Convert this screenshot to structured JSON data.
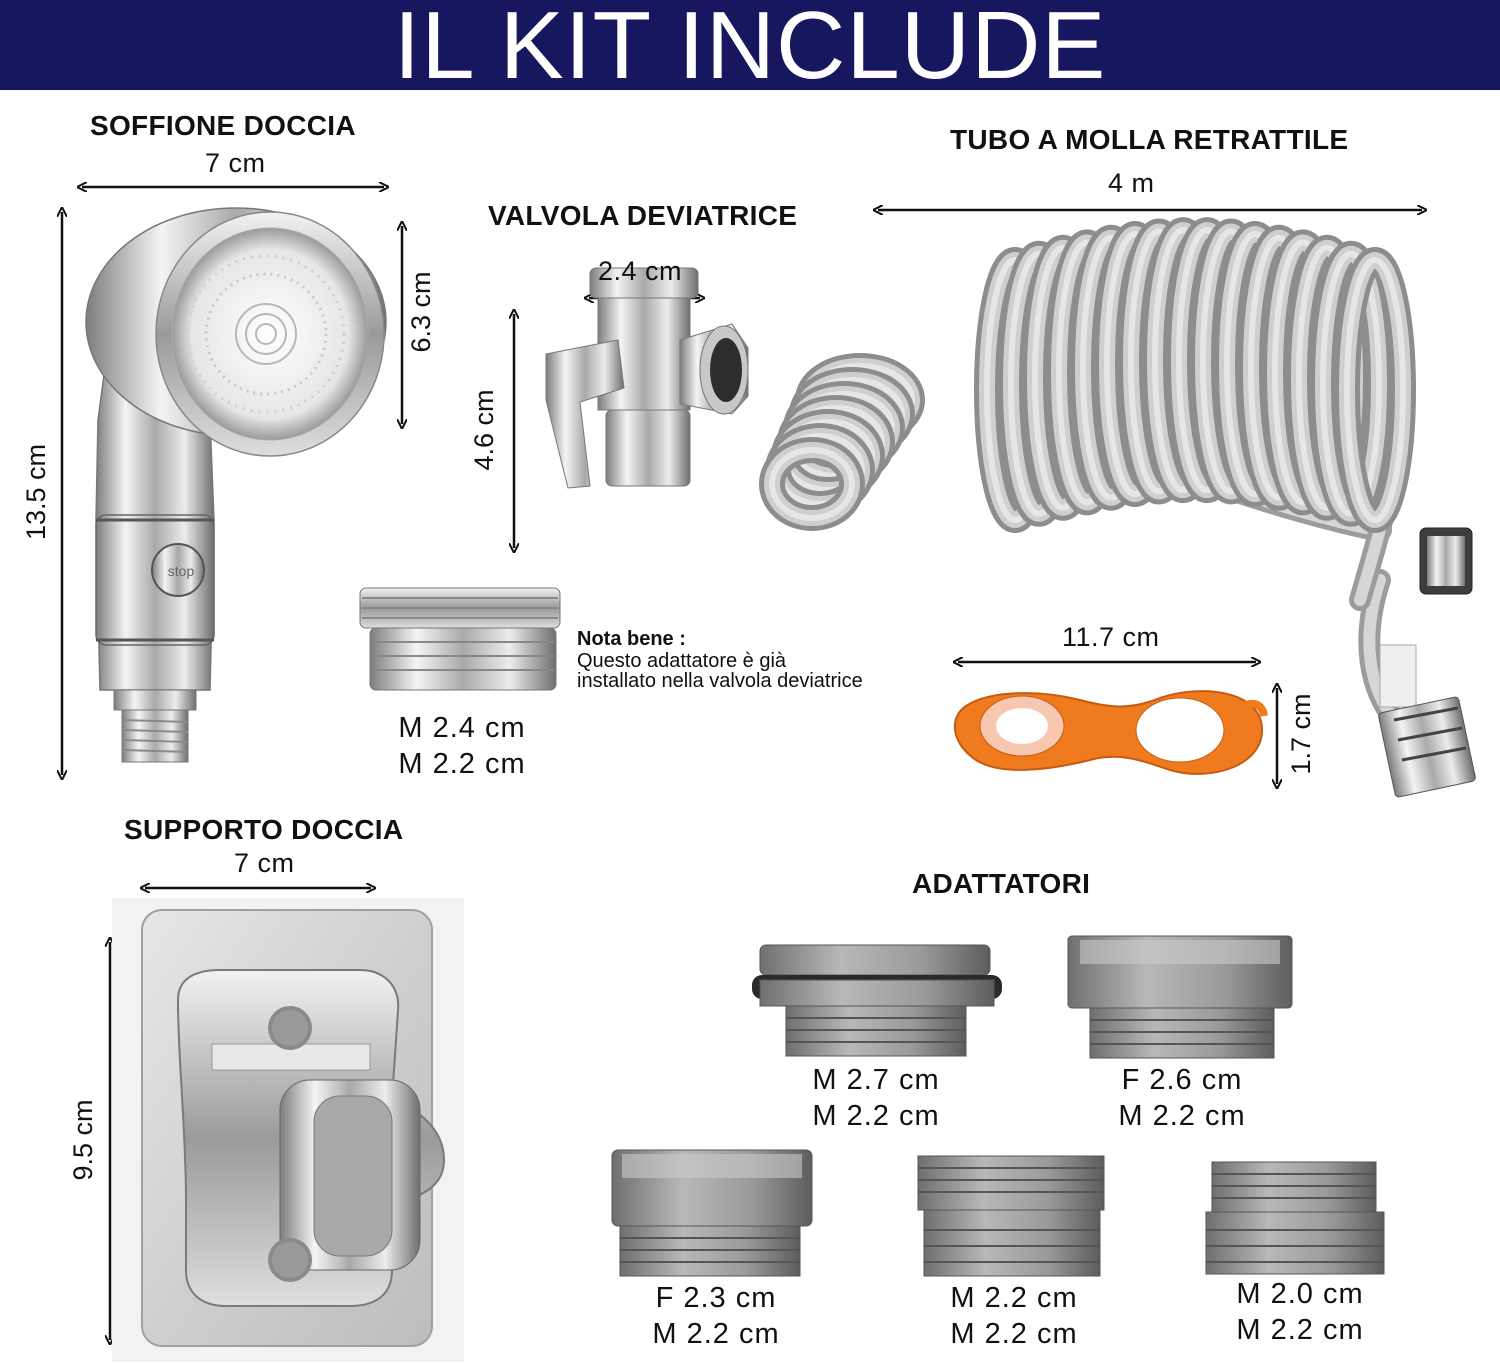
{
  "banner": {
    "title": "IL KIT INCLUDE",
    "background": "#17175f"
  },
  "shower_head": {
    "title": "SOFFIONE DOCCIA",
    "width": "7 cm",
    "height": "13.5 cm",
    "head_height": "6.3 cm",
    "button": "stop"
  },
  "diverter_valve": {
    "title": "VALVOLA DEVIATRICE",
    "width": "2.4 cm",
    "height": "4.6 cm"
  },
  "hose": {
    "title": "TUBO A MOLLA RETRATTILE",
    "length": "4 m"
  },
  "valve_adapter": {
    "spec_1": "M 2.4 cm",
    "spec_2": "M 2.2 cm"
  },
  "note": {
    "title": "Nota bene :",
    "line_1": "Questo adattatore è già",
    "line_2": "installato nella valvola deviatrice"
  },
  "wrench": {
    "width": "11.7 cm",
    "height": "1.7 cm",
    "color": "#f07a1e"
  },
  "holder": {
    "title": "SUPPORTO DOCCIA",
    "width": "7 cm",
    "height": "9.5 cm"
  },
  "adapters": {
    "title": "ADATTATORI",
    "items": [
      {
        "spec_1": "M 2.7 cm",
        "spec_2": "M 2.2 cm"
      },
      {
        "spec_1": "F 2.6 cm",
        "spec_2": "M 2.2 cm"
      },
      {
        "spec_1": "F 2.3 cm",
        "spec_2": "M 2.2 cm"
      },
      {
        "spec_1": "M 2.2 cm",
        "spec_2": "M 2.2 cm"
      },
      {
        "spec_1": "M 2.0 cm",
        "spec_2": "M 2.2 cm"
      }
    ]
  }
}
